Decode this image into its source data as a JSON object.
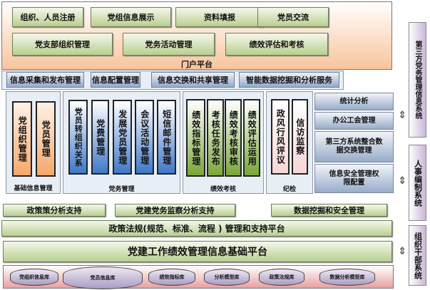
{
  "portal": {
    "title": "门户平台",
    "row1": [
      "组织、人员注册",
      "党组信息展示",
      "资料填报",
      "党员交流"
    ],
    "row2": [
      "党支部组织管理",
      "党务活动管理",
      "绩效评估和考核"
    ]
  },
  "services": [
    "信息采集和发布管理",
    "信息配置管理",
    "信息交换和共享管理",
    "智能数据挖掘和分析服务"
  ],
  "groups": {
    "basic": {
      "label": "基础信息管理",
      "items": [
        "党组织管理",
        "党员管理"
      ]
    },
    "affairs": {
      "label": "党务管理",
      "items": [
        "党员转组织关系",
        "党费管理",
        "发展党员管理",
        "会议活动管理",
        "短信邮件管理"
      ]
    },
    "perf": {
      "label": "绩效考核",
      "items": [
        "绩效指标管理",
        "考核任务发布",
        "绩效考核审核",
        "绩效评估运用"
      ]
    },
    "discipline": {
      "label": "纪检",
      "items": [
        "政风行风评议",
        "信访监察"
      ]
    }
  },
  "right_stack": [
    "统计分析",
    "办公工会管理",
    "第三方系统整合数据交换管理",
    "信息安全管理权限配置"
  ],
  "support": [
    "政策策分析支持",
    "党建党务监察分析支持",
    "数据挖掘和安全管理"
  ],
  "policy_platform": "政策法规(规范、标准、流程 ) 管理和支持平台",
  "base_platform": "党建工作绩效管理信息基础平台",
  "databases": [
    "党组织信息库",
    "党员信息库",
    "绩效指标库",
    "分析模型库",
    "政策法规库",
    "数据分析模型库"
  ],
  "external": [
    "第三方党务管理信息系统",
    "人事编制系统",
    "组织干部系统"
  ]
}
